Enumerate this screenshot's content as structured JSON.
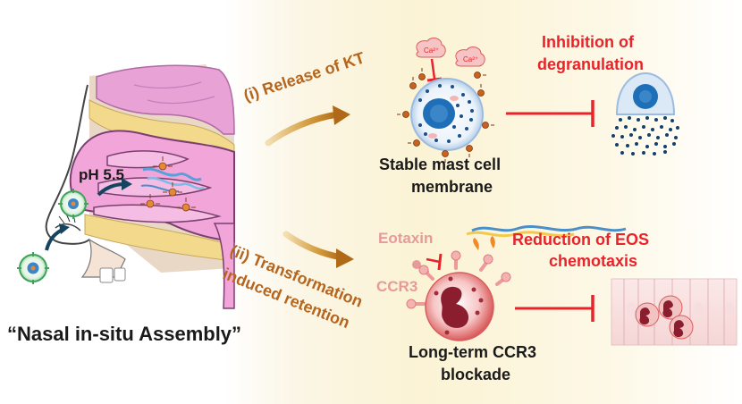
{
  "labels": {
    "ph": "pH 5.5",
    "pathway_i": "(i) Release of KT",
    "pathway_ii_line1": "(ii) Transformation",
    "pathway_ii_line2": "induced retention",
    "inhibition_line1": "Inhibition of",
    "inhibition_line2": "degranulation",
    "stable_line1": "Stable mast cell",
    "stable_line2": "membrane",
    "eotaxin": "Eotaxin",
    "reduction_line1": "Reduction of EOS",
    "reduction_line2": "chemotaxis",
    "ccr3": "CCR3",
    "longterm_line1": "Long-term CCR3",
    "longterm_line2": "blockade",
    "nasal_assembly": "“Nasal in-situ Assembly”",
    "calcium": "Ca²⁺"
  },
  "colors": {
    "accent_red": "#e8232a",
    "pathway_brown": "#b5651d",
    "eotaxin_pink": "#e79a9a",
    "nasal_pink": "#f2a5d9",
    "cell_blue": "#3a86c8"
  },
  "icons": [
    "nasal-cavity-illustration",
    "nanoparticle-icon",
    "mast-cell-icon",
    "degranulated-cell-icon",
    "eosinophil-icon",
    "tissue-epithelium-icon",
    "curved-arrow-icon",
    "inhibition-arrow-icon",
    "calcium-ion-icon"
  ]
}
